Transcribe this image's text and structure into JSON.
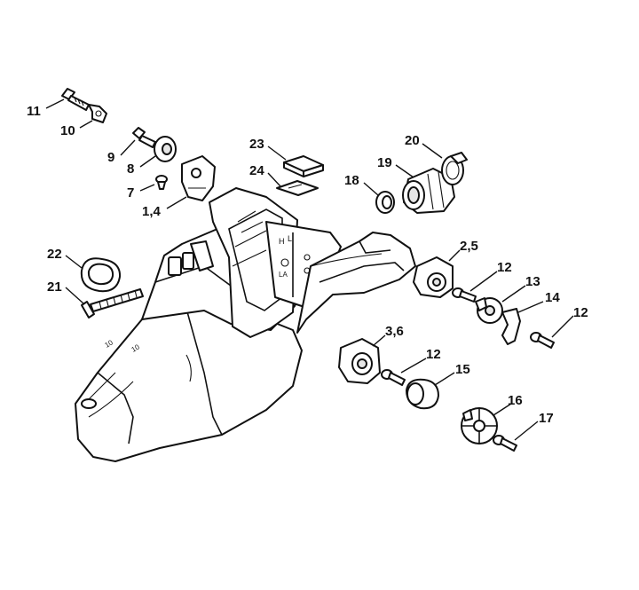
{
  "callouts": {
    "c11": "11",
    "c10": "10",
    "c9": "9",
    "c8": "8",
    "c7": "7",
    "c14a": "1,4",
    "c23": "23",
    "c24": "24",
    "c20": "20",
    "c19": "19",
    "c18": "18",
    "c22": "22",
    "c21": "21",
    "c25": "2,5",
    "c12a": "12",
    "c13": "13",
    "c14": "14",
    "c12b": "12",
    "c36": "3,6",
    "c12c": "12",
    "c15": "15",
    "c16": "16",
    "c17": "17"
  },
  "housing_marks": {
    "h": "H",
    "l": "L",
    "la": "LA",
    "m1": "10",
    "m2": "10"
  }
}
